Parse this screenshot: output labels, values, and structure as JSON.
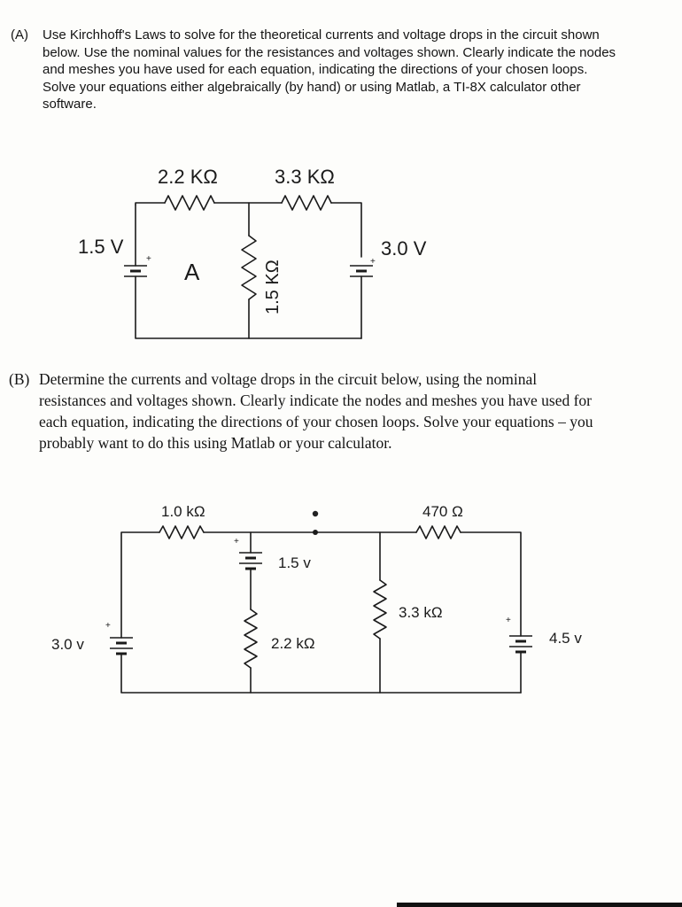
{
  "problem_a": {
    "tag": "(A)",
    "lines": [
      "Use Kirchhoff's Laws to solve for the theoretical currents and voltage drops in the circuit shown",
      "below. Use the nominal values for the resistances and voltages shown. Clearly indicate the nodes",
      "and meshes you have used for each equation, indicating the directions of your chosen loops.",
      "Solve your equations either algebraically (by hand) or using Matlab, a TI-8X calculator other",
      "software."
    ],
    "circuit": {
      "r_left": "2.2 KΩ",
      "r_right": "3.3 KΩ",
      "r_middle": "1.5 KΩ",
      "v_left": "1.5 V",
      "v_right": "3.0 V",
      "node_label": "A",
      "plus_sign": "+"
    }
  },
  "problem_b": {
    "tag": "(B)",
    "lines": [
      "Determine the currents and voltage drops in the circuit below, using the nominal",
      "resistances and voltages shown. Clearly indicate the nodes and meshes you have used for",
      "each equation, indicating the directions of your chosen loops. Solve your equations – you",
      "probably want to do this using Matlab or your calculator."
    ],
    "circuit": {
      "r_top_left": "1.0 kΩ",
      "r_top_right": "470 Ω",
      "v_middle": "1.5 v",
      "r_middle": "2.2 kΩ",
      "r_shunt": "3.3 kΩ",
      "v_left": "3.0 v",
      "v_right": "4.5 v",
      "plus_sign": "+"
    }
  }
}
